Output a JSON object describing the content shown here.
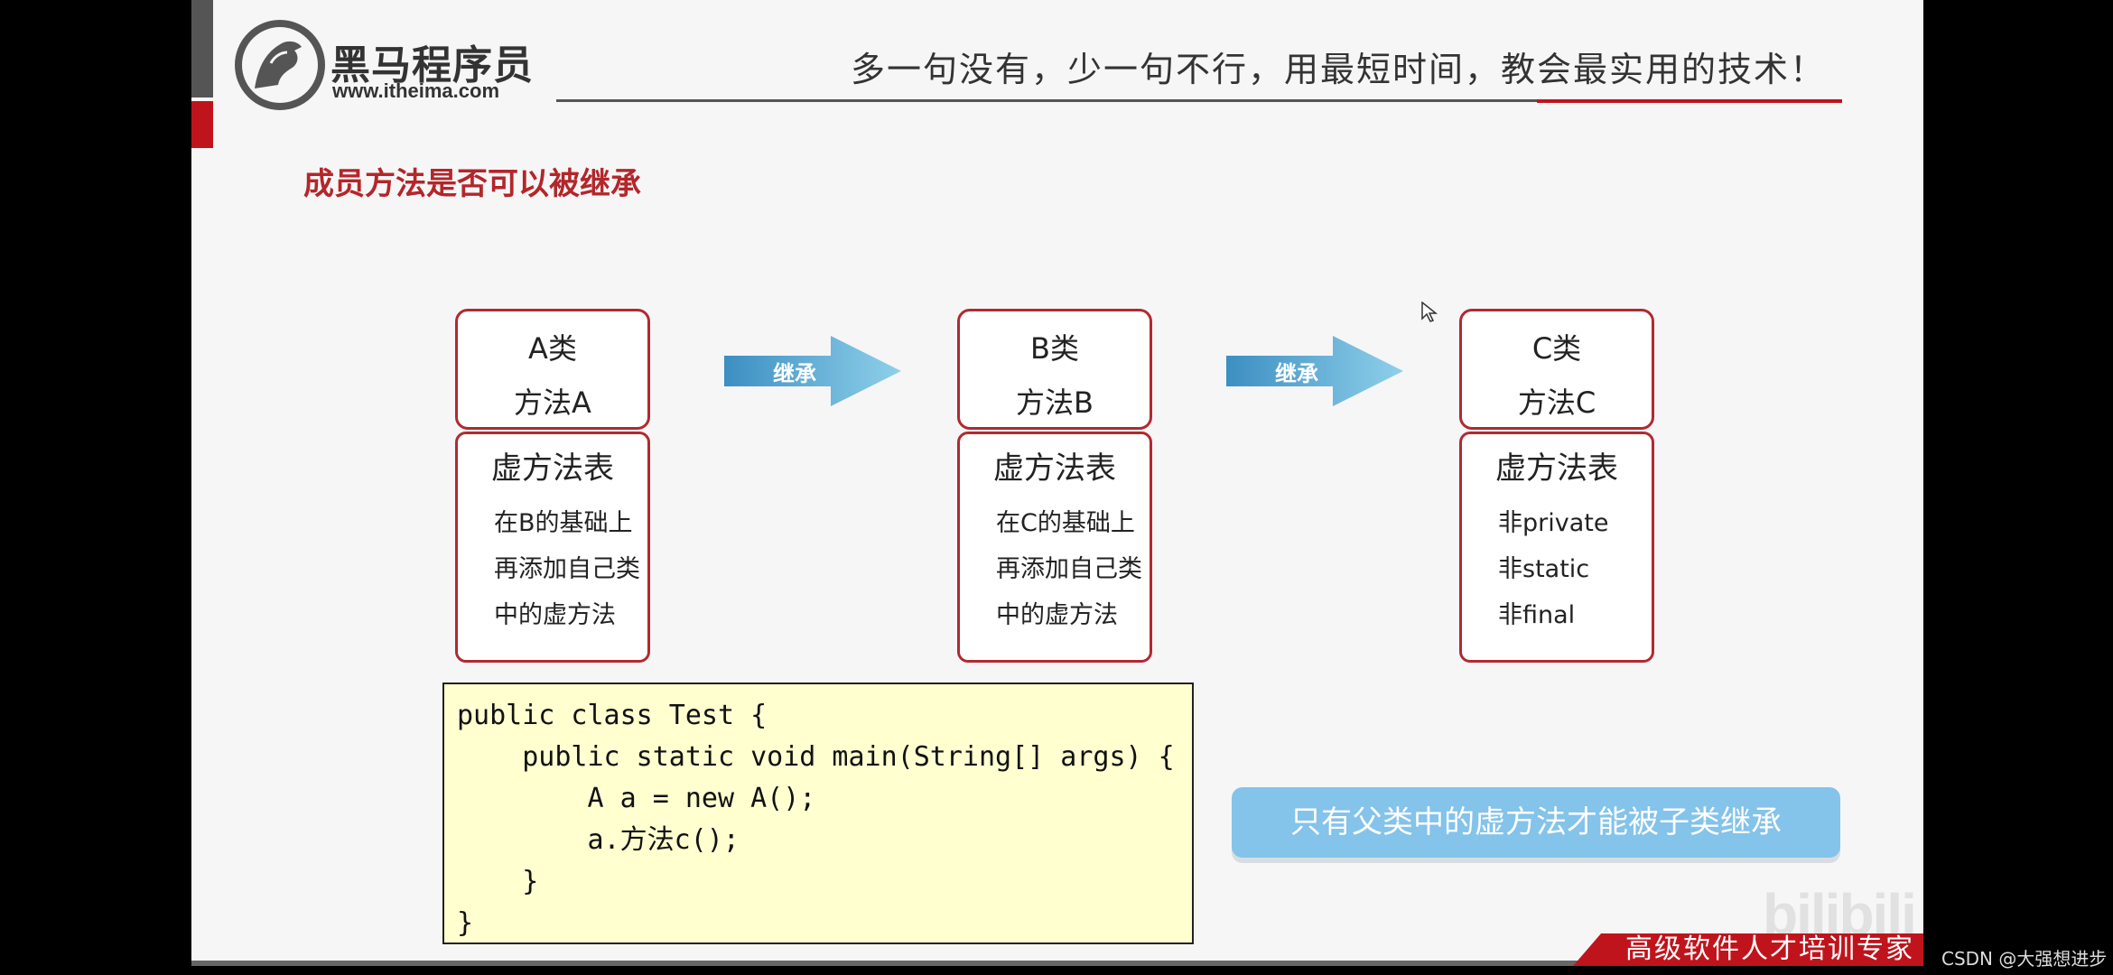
{
  "header": {
    "logo_name": "黑马程序员",
    "logo_url": "www.itheima.com",
    "slogan": "多一句没有，少一句不行，用最短时间，教会最实用的技术！"
  },
  "title": "成员方法是否可以被继承",
  "arrows": [
    {
      "label": "继承"
    },
    {
      "label": "继承"
    }
  ],
  "classes": [
    {
      "name": "A类",
      "method": "方法A",
      "vtable_title": "虚方法表",
      "lines": [
        "在B的基础上",
        "再添加自己类",
        "中的虚方法"
      ]
    },
    {
      "name": "B类",
      "method": "方法B",
      "vtable_title": "虚方法表",
      "lines": [
        "在C的基础上",
        "再添加自己类",
        "中的虚方法"
      ]
    },
    {
      "name": "C类",
      "method": "方法C",
      "vtable_title": "虚方法表",
      "lines": [
        "非private",
        "非static",
        "非final"
      ]
    }
  ],
  "code": {
    "lines": [
      "public class Test {",
      "    public static void main(String[] args) {",
      "        A a = new A();",
      "        a.方法c();",
      "    }",
      "}"
    ]
  },
  "note": "只有父类中的虚方法才能被子类继承",
  "footer": {
    "tagline": "高级软件人才培训专家",
    "bili": "bilibili",
    "watermark": "CSDN @大强想进步"
  },
  "colors": {
    "brand_red": "#c0141c",
    "box_border": "#b02a30",
    "note_bg": "#84c3ea",
    "code_bg": "#ffffd0"
  }
}
